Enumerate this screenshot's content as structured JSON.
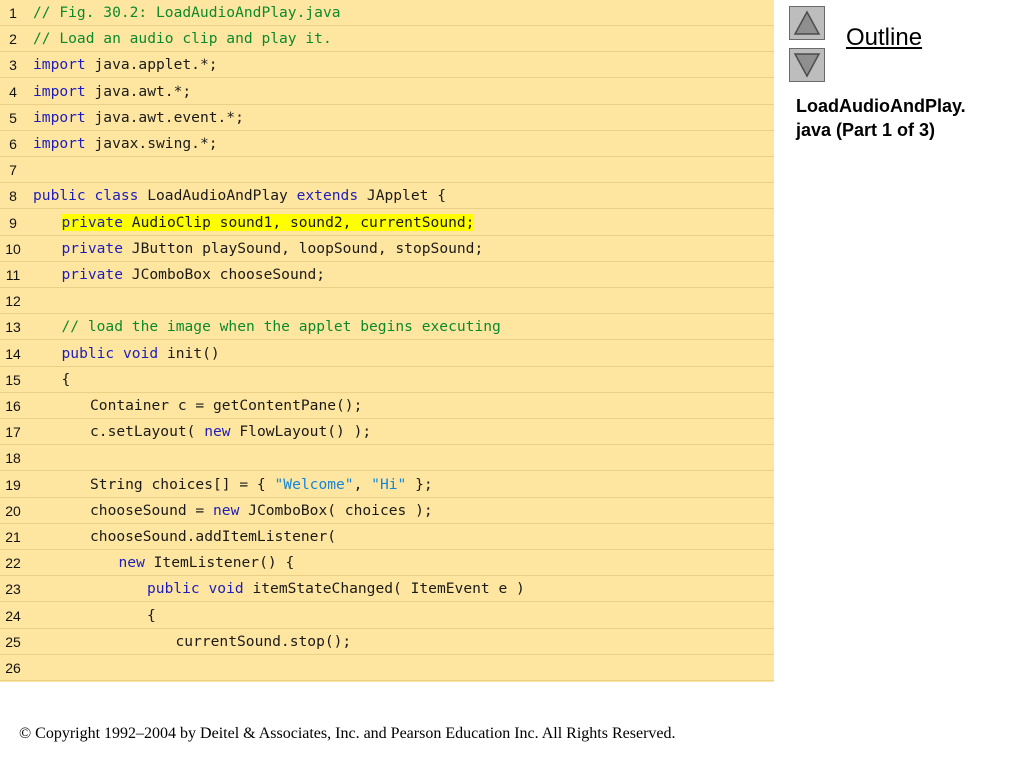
{
  "outline": {
    "label": "Outline"
  },
  "nav": {
    "up_icon": "triangle-up-icon",
    "down_icon": "triangle-down-icon"
  },
  "caption": {
    "line1": "LoadAudioAndPlay.",
    "line2": "java (Part 1 of 3)"
  },
  "colors": {
    "code_background": "#ffe6a0",
    "keyword": "#1d1dbd",
    "comment": "#0b8a2c",
    "string": "#1486d8",
    "highlight": "#ffff00"
  },
  "code": {
    "lines": [
      {
        "number": "1",
        "indent": 0,
        "highlight": false,
        "tokens": [
          {
            "text": "// Fig. 30.2: LoadAudioAndPlay.java",
            "type": "comment"
          }
        ]
      },
      {
        "number": "2",
        "indent": 0,
        "highlight": false,
        "tokens": [
          {
            "text": "// Load an audio clip and play it.",
            "type": "comment"
          }
        ]
      },
      {
        "number": "3",
        "indent": 0,
        "highlight": false,
        "tokens": [
          {
            "text": "import",
            "type": "keyword"
          },
          {
            "text": " java.applet.*;",
            "type": "plain"
          }
        ]
      },
      {
        "number": "4",
        "indent": 0,
        "highlight": false,
        "tokens": [
          {
            "text": "import",
            "type": "keyword"
          },
          {
            "text": " java.awt.*;",
            "type": "plain"
          }
        ]
      },
      {
        "number": "5",
        "indent": 0,
        "highlight": false,
        "tokens": [
          {
            "text": "import",
            "type": "keyword"
          },
          {
            "text": " java.awt.event.*;",
            "type": "plain"
          }
        ]
      },
      {
        "number": "6",
        "indent": 0,
        "highlight": false,
        "tokens": [
          {
            "text": "import",
            "type": "keyword"
          },
          {
            "text": " javax.swing.*;",
            "type": "plain"
          }
        ]
      },
      {
        "number": "7",
        "indent": 0,
        "highlight": false,
        "tokens": []
      },
      {
        "number": "8",
        "indent": 0,
        "highlight": false,
        "tokens": [
          {
            "text": "public",
            "type": "keyword"
          },
          {
            "text": " ",
            "type": "plain"
          },
          {
            "text": "class",
            "type": "keyword"
          },
          {
            "text": " LoadAudioAndPlay ",
            "type": "plain"
          },
          {
            "text": "extends",
            "type": "keyword"
          },
          {
            "text": " JApplet {",
            "type": "plain"
          }
        ]
      },
      {
        "number": "9",
        "indent": 1,
        "highlight": true,
        "tokens": [
          {
            "text": "private",
            "type": "keyword"
          },
          {
            "text": " AudioClip sound1, sound2, currentSound;",
            "type": "plain"
          }
        ]
      },
      {
        "number": "10",
        "indent": 1,
        "highlight": false,
        "tokens": [
          {
            "text": "private",
            "type": "keyword"
          },
          {
            "text": " JButton playSound, loopSound, stopSound;",
            "type": "plain"
          }
        ]
      },
      {
        "number": "11",
        "indent": 1,
        "highlight": false,
        "tokens": [
          {
            "text": "private",
            "type": "keyword"
          },
          {
            "text": " JComboBox chooseSound;",
            "type": "plain"
          }
        ]
      },
      {
        "number": "12",
        "indent": 0,
        "highlight": false,
        "tokens": []
      },
      {
        "number": "13",
        "indent": 1,
        "highlight": false,
        "tokens": [
          {
            "text": "// load the image when the applet begins executing",
            "type": "comment"
          }
        ]
      },
      {
        "number": "14",
        "indent": 1,
        "highlight": false,
        "tokens": [
          {
            "text": "public",
            "type": "keyword"
          },
          {
            "text": " ",
            "type": "plain"
          },
          {
            "text": "void",
            "type": "keyword"
          },
          {
            "text": " init()",
            "type": "plain"
          }
        ]
      },
      {
        "number": "15",
        "indent": 1,
        "highlight": false,
        "tokens": [
          {
            "text": "{",
            "type": "plain"
          }
        ]
      },
      {
        "number": "16",
        "indent": 2,
        "highlight": false,
        "tokens": [
          {
            "text": "Container c = getContentPane();",
            "type": "plain"
          }
        ]
      },
      {
        "number": "17",
        "indent": 2,
        "highlight": false,
        "tokens": [
          {
            "text": "c.setLayout( ",
            "type": "plain"
          },
          {
            "text": "new",
            "type": "keyword"
          },
          {
            "text": " FlowLayout() );",
            "type": "plain"
          }
        ]
      },
      {
        "number": "18",
        "indent": 0,
        "highlight": false,
        "tokens": []
      },
      {
        "number": "19",
        "indent": 2,
        "highlight": false,
        "tokens": [
          {
            "text": "String choices[] = { ",
            "type": "plain"
          },
          {
            "text": "\"Welcome\"",
            "type": "string"
          },
          {
            "text": ", ",
            "type": "plain"
          },
          {
            "text": "\"Hi\"",
            "type": "string"
          },
          {
            "text": " };",
            "type": "plain"
          }
        ]
      },
      {
        "number": "20",
        "indent": 2,
        "highlight": false,
        "tokens": [
          {
            "text": "chooseSound = ",
            "type": "plain"
          },
          {
            "text": "new",
            "type": "keyword"
          },
          {
            "text": " JComboBox( choices );",
            "type": "plain"
          }
        ]
      },
      {
        "number": "21",
        "indent": 2,
        "highlight": false,
        "tokens": [
          {
            "text": "chooseSound.addItemListener(",
            "type": "plain"
          }
        ]
      },
      {
        "number": "22",
        "indent": 3,
        "highlight": false,
        "tokens": [
          {
            "text": "new",
            "type": "keyword"
          },
          {
            "text": " ItemListener() {",
            "type": "plain"
          }
        ]
      },
      {
        "number": "23",
        "indent": 4,
        "highlight": false,
        "tokens": [
          {
            "text": "public",
            "type": "keyword"
          },
          {
            "text": " ",
            "type": "plain"
          },
          {
            "text": "void",
            "type": "keyword"
          },
          {
            "text": " itemStateChanged( ItemEvent e )",
            "type": "plain"
          }
        ]
      },
      {
        "number": "24",
        "indent": 4,
        "highlight": false,
        "tokens": [
          {
            "text": "{",
            "type": "plain"
          }
        ]
      },
      {
        "number": "25",
        "indent": 5,
        "highlight": false,
        "tokens": [
          {
            "text": "currentSound.stop();",
            "type": "plain"
          }
        ]
      },
      {
        "number": "26",
        "indent": 0,
        "highlight": false,
        "tokens": []
      }
    ]
  },
  "footer": {
    "copyright": "© Copyright 1992–2004 by Deitel & Associates, Inc. and Pearson Education Inc. All Rights Reserved."
  }
}
